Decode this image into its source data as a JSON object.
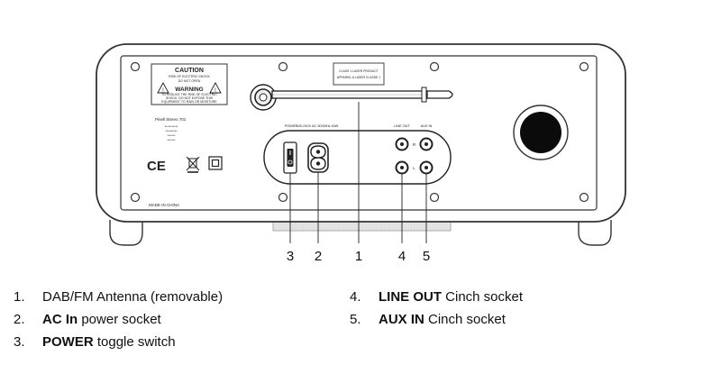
{
  "caution_label": {
    "title": "CAUTION",
    "line1": "RISK OF ELECTRIC SHOCK",
    "line2": "DO NOT OPEN",
    "warning": "WARNING",
    "body1": "TO REDUCE THE RISK OF ELECTRIC",
    "body2": "SHOCK, DO NOT EXPOSE THIS",
    "body3": "EQUIPMENT TO RAIN OR MOISTURE"
  },
  "model_info": {
    "name": "Pinell Stereo 701",
    "line1": "***********",
    "line2": "**********",
    "line3": "*******",
    "line4": "*******"
  },
  "laser_label": {
    "line1": "CLASS 1 LASER PRODUCT",
    "line2": "APPAREIL A LASER CLASSE 1"
  },
  "marks": {
    "ce": "CE"
  },
  "made_in": "MADE IN CHINA",
  "panel_labels": {
    "power": "POWER",
    "ac": "100-240V AC 50/60Hz 40W",
    "line_out": "LINE OUT",
    "aux_in": "AUX IN",
    "r": "R",
    "l": "L"
  },
  "callouts": [
    "3",
    "2",
    "1",
    "4",
    "5"
  ],
  "legend": [
    {
      "num": "1.",
      "bold": "",
      "text": "DAB/FM Antenna (removable)"
    },
    {
      "num": "2.",
      "bold": "AC In",
      "text": " power socket"
    },
    {
      "num": "3.",
      "bold": "POWER",
      "text": " toggle switch"
    },
    {
      "num": "4.",
      "bold": "LINE OUT",
      "text": " Cinch socket"
    },
    {
      "num": "5.",
      "bold": "AUX IN",
      "text": " Cinch socket"
    }
  ]
}
